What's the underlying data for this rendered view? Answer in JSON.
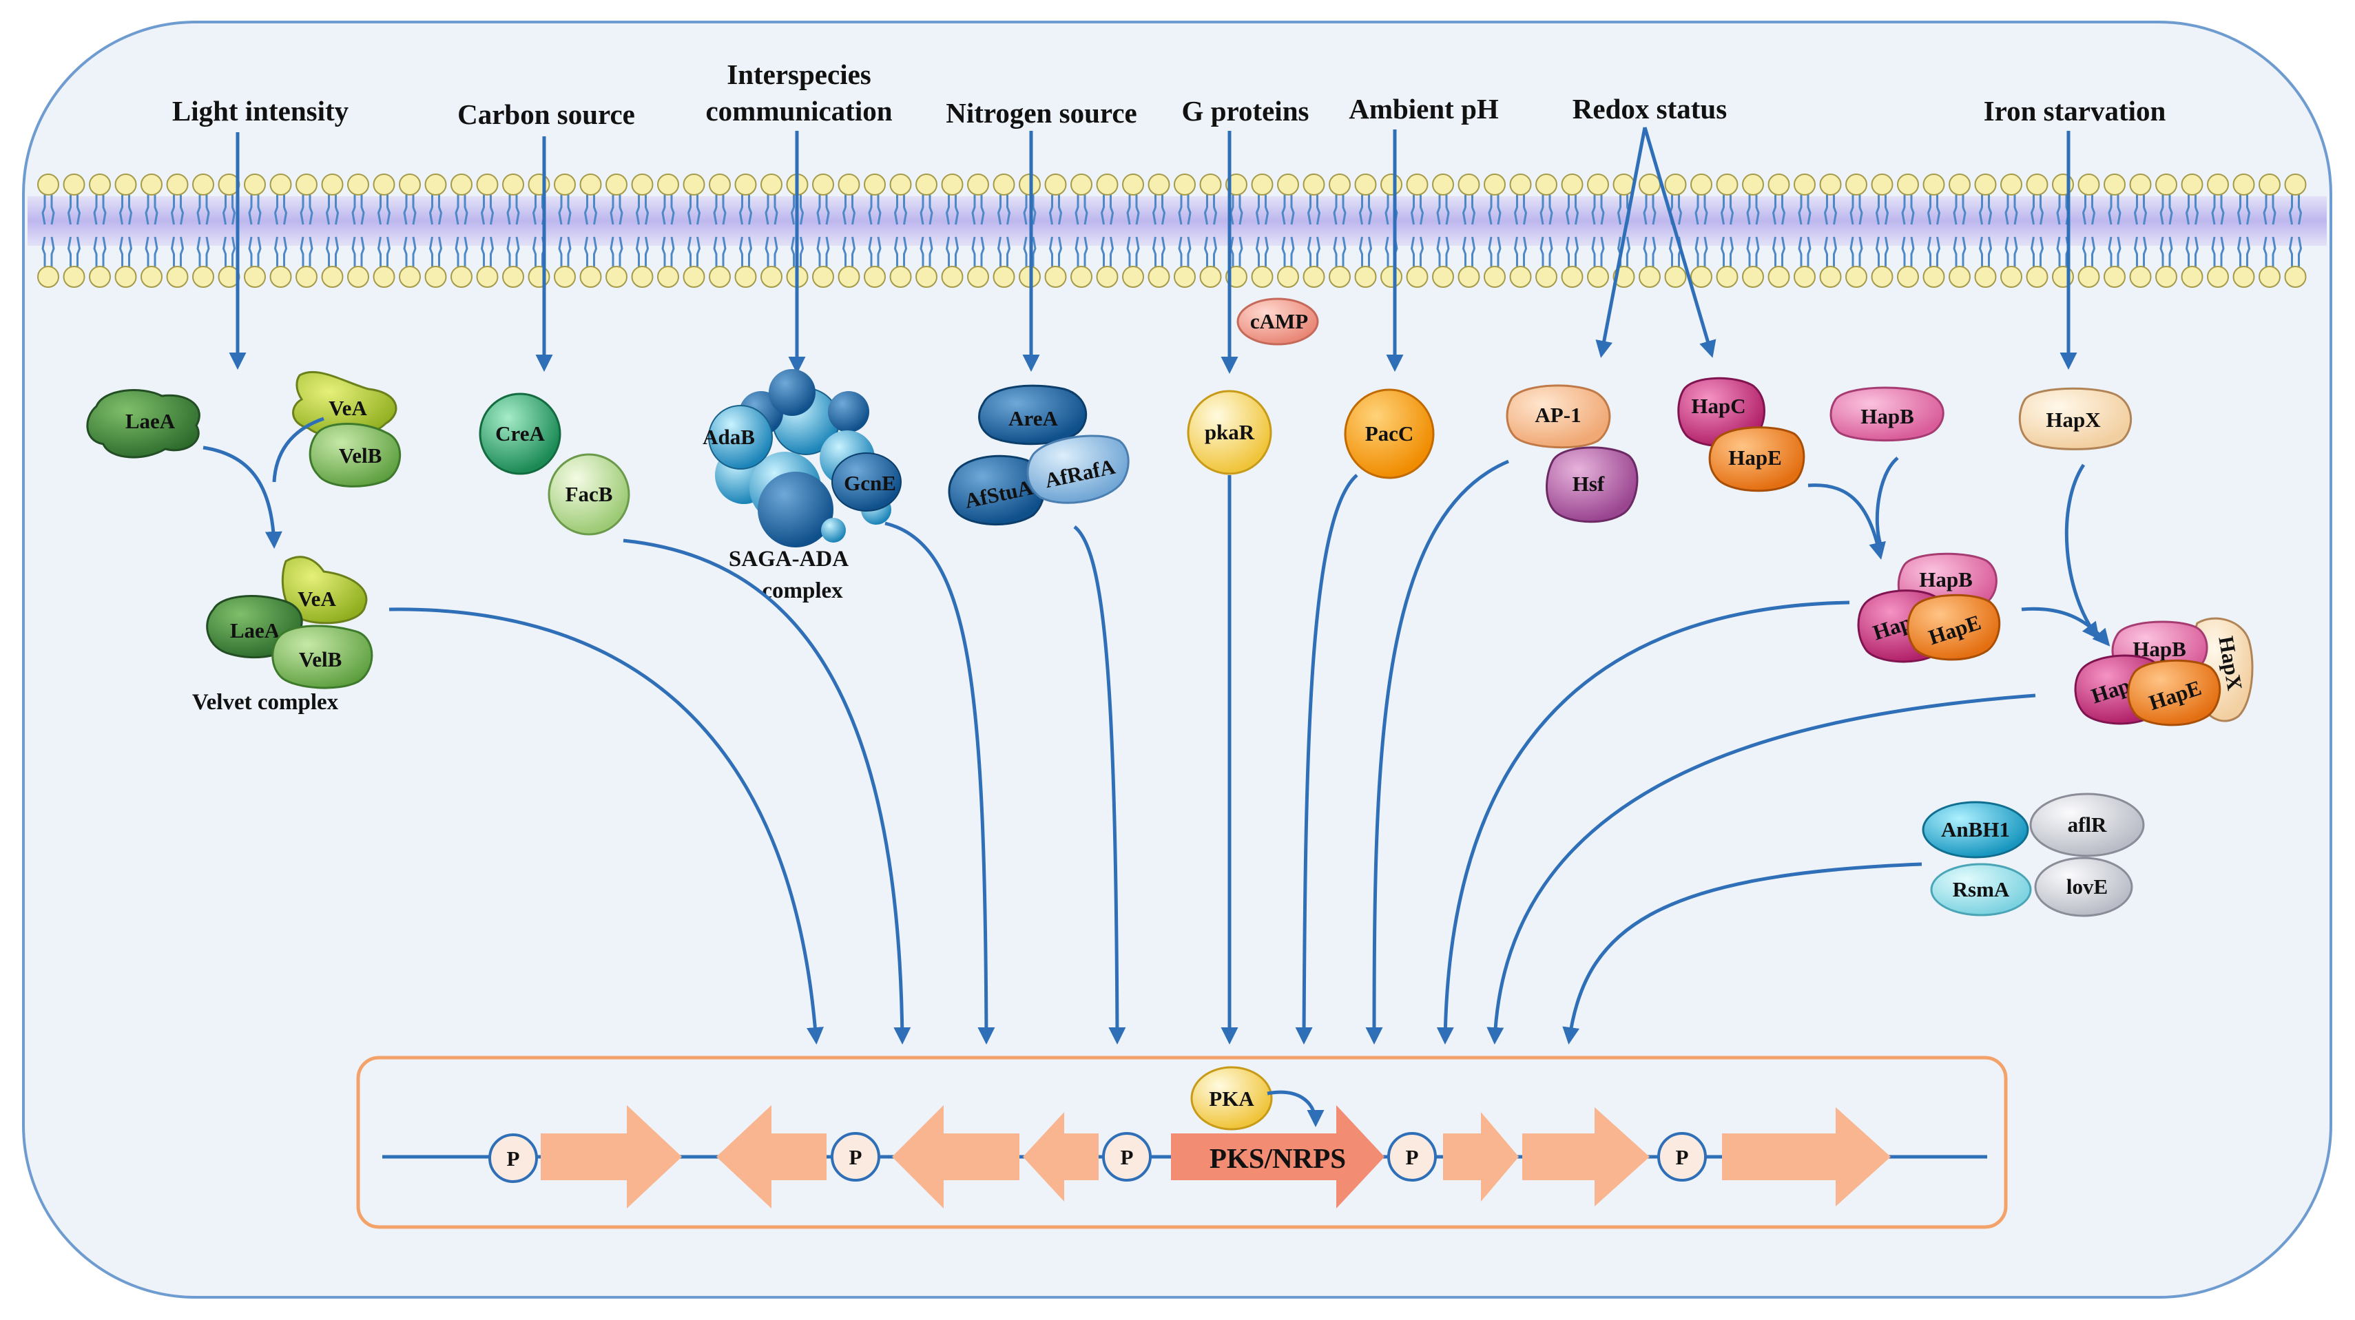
{
  "signals": {
    "light": "Light intensity",
    "carbon": "Carbon source",
    "interspecies_1": "Interspecies",
    "interspecies_2": "communication",
    "nitrogen": "Nitrogen source",
    "gproteins": "G proteins",
    "ph": "Ambient pH",
    "redox": "Redox status",
    "iron": "Iron starvation"
  },
  "proteins": {
    "laea": "LaeA",
    "vea": "VeA",
    "velb": "VelB",
    "crea": "CreA",
    "facb": "FacB",
    "adab": "AdaB",
    "gcne": "GcnE",
    "area": "AreA",
    "afstua": "AfStuA",
    "afrafa": "AfRafA",
    "camp": "cAMP",
    "pkar": "pkaR",
    "pacc": "PacC",
    "ap1": "AP-1",
    "hsf": "Hsf",
    "hapc": "HapC",
    "hape": "HapE",
    "hapb": "HapB",
    "hapx": "HapX",
    "anbh1": "AnBH1",
    "aflr": "aflR",
    "rsma": "RsmA",
    "love": "lovE",
    "pka": "PKA"
  },
  "captions": {
    "velvet": "Velvet complex",
    "saga_1": "SAGA-ADA",
    "saga_2": "complex"
  },
  "cluster": {
    "promoter": "P",
    "core_gene": "PKS/NRPS"
  },
  "colors": {
    "cell_bg": "#eef3f9",
    "arrow": "#2f6fb8",
    "gene": "#f9b58f",
    "cluster_border": "#f3a26a",
    "membrane_head": "#f6efb0"
  }
}
